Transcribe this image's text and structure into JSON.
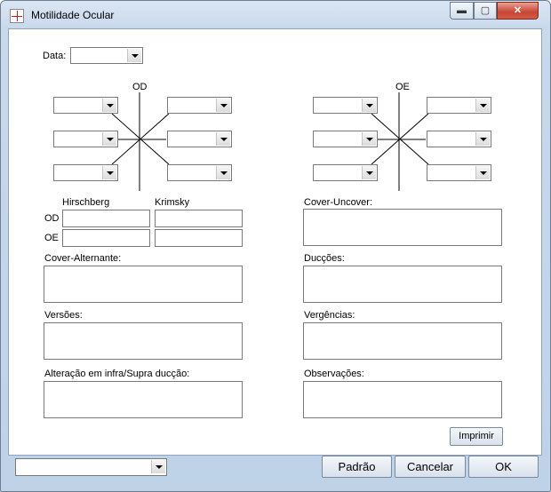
{
  "window": {
    "title": "Motilidade Ocular",
    "minimize_glyph": "▬",
    "maximize_glyph": "▢",
    "close_glyph": "✕"
  },
  "form": {
    "data_label": "Data:",
    "od_label": "OD",
    "oe_label": "OE",
    "hirschberg_label": "Hirschberg",
    "krimsky_label": "Krimsky",
    "row_od_label": "OD",
    "row_oe_label": "OE",
    "cover_uncover_label": "Cover-Uncover:",
    "cover_alternante_label": "Cover-Alternante:",
    "duccoes_label": "Ducções:",
    "versoes_label": "Versões:",
    "vergencias_label": "Vergências:",
    "alteracao_label": "Alteração em infra/Supra ducção:",
    "observacoes_label": "Observações:"
  },
  "buttons": {
    "imprimir": "Imprimir",
    "padrao": "Padrão",
    "cancelar": "Cancelar",
    "ok": "OK"
  }
}
